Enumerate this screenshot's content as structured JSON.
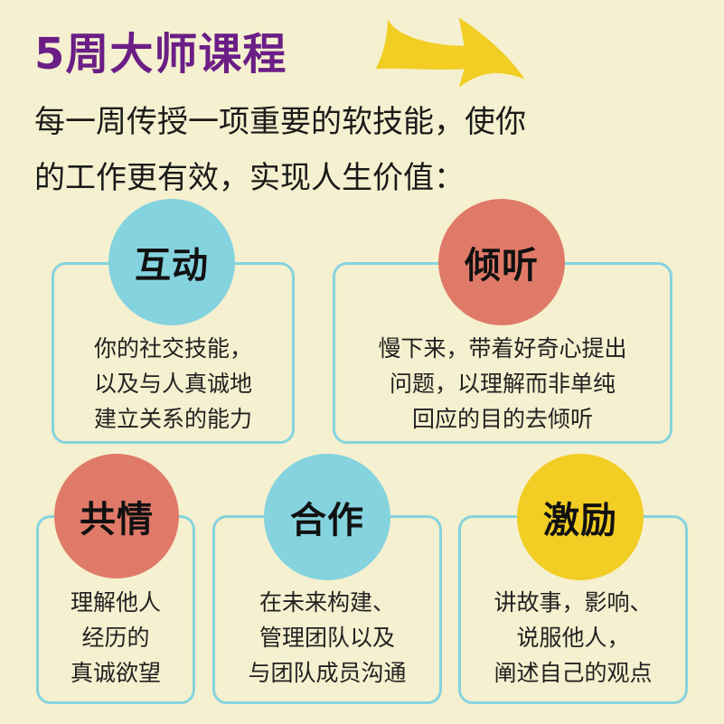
{
  "header": {
    "title": "5周大师课程",
    "subtitle_lines": [
      "每一周传授一项重要的软技能，使你",
      "的工作更有效，实现人生价值："
    ],
    "arrow_icon": "yellow-arrow-right"
  },
  "colors": {
    "background": "#f5f0cf",
    "title": "#6b1e86",
    "card_border": "#86d3df",
    "circle_blue": "#84d3df",
    "circle_red": "#e07a68",
    "circle_yellow": "#f2cd24",
    "arrow": "#f2cd24"
  },
  "skills": [
    {
      "name": "互动",
      "color": "circle_blue",
      "lines": [
        "你的社交技能，",
        "以及与人真诚地",
        "建立关系的能力"
      ]
    },
    {
      "name": "倾听",
      "color": "circle_red",
      "lines": [
        "慢下来，带着好奇心提出",
        "问题，以理解而非单纯",
        "回应的目的去倾听"
      ]
    },
    {
      "name": "共情",
      "color": "circle_red",
      "lines": [
        "理解他人",
        "经历的",
        "真诚欲望"
      ]
    },
    {
      "name": "合作",
      "color": "circle_blue",
      "lines": [
        "在未来构建、",
        "管理团队以及",
        "与团队成员沟通"
      ]
    },
    {
      "name": "激励",
      "color": "circle_yellow",
      "lines": [
        "讲故事，影响、",
        "说服他人，",
        "阐述自己的观点"
      ]
    }
  ]
}
